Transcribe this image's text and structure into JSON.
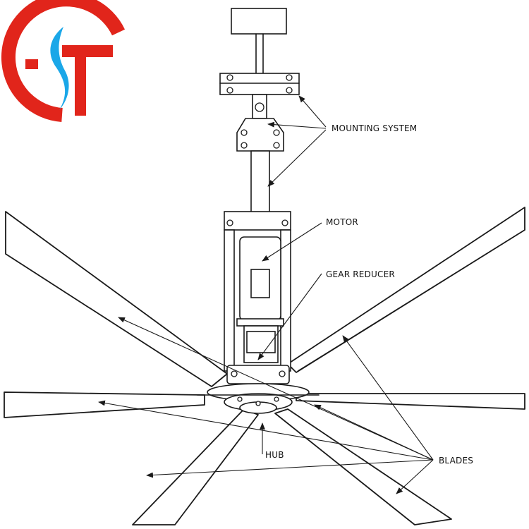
{
  "diagram": {
    "logo": {
      "letters": "GST",
      "red": "#e1251b",
      "blue": "#1aa7e8"
    },
    "labels": {
      "mounting_system": "MOUNTING SYSTEM",
      "motor": "MOTOR",
      "gear_reducer": "GEAR REDUCER",
      "hub": "HUB",
      "blades": "BLADES"
    },
    "line_color": "#1a1a1a"
  }
}
